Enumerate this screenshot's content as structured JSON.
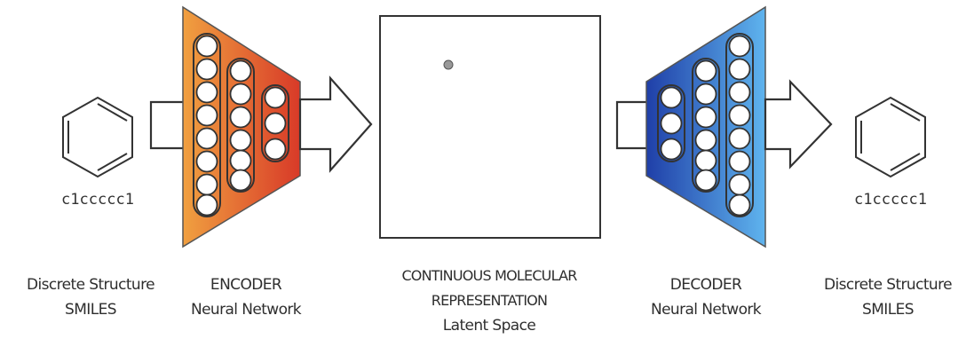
{
  "input": {
    "smiles": "c1ccccc1",
    "caption_line1": "Discrete Structure",
    "caption_line2": "SMILES"
  },
  "encoder": {
    "caption_line1": "ENCODER",
    "caption_line2": "Neural Network",
    "gradient": [
      "#f0a040",
      "#d83a28"
    ]
  },
  "latent": {
    "caption_line1": "CONTINUOUS MOLECULAR",
    "caption_line2": "REPRESENTATION",
    "caption_line3": "Latent Space"
  },
  "decoder": {
    "caption_line1": "DECODER",
    "caption_line2": "Neural Network",
    "gradient": [
      "#1f3fa8",
      "#5fb4ee"
    ]
  },
  "output": {
    "smiles": "c1ccccc1",
    "caption_line1": "Discrete Structure",
    "caption_line2": "SMILES"
  }
}
